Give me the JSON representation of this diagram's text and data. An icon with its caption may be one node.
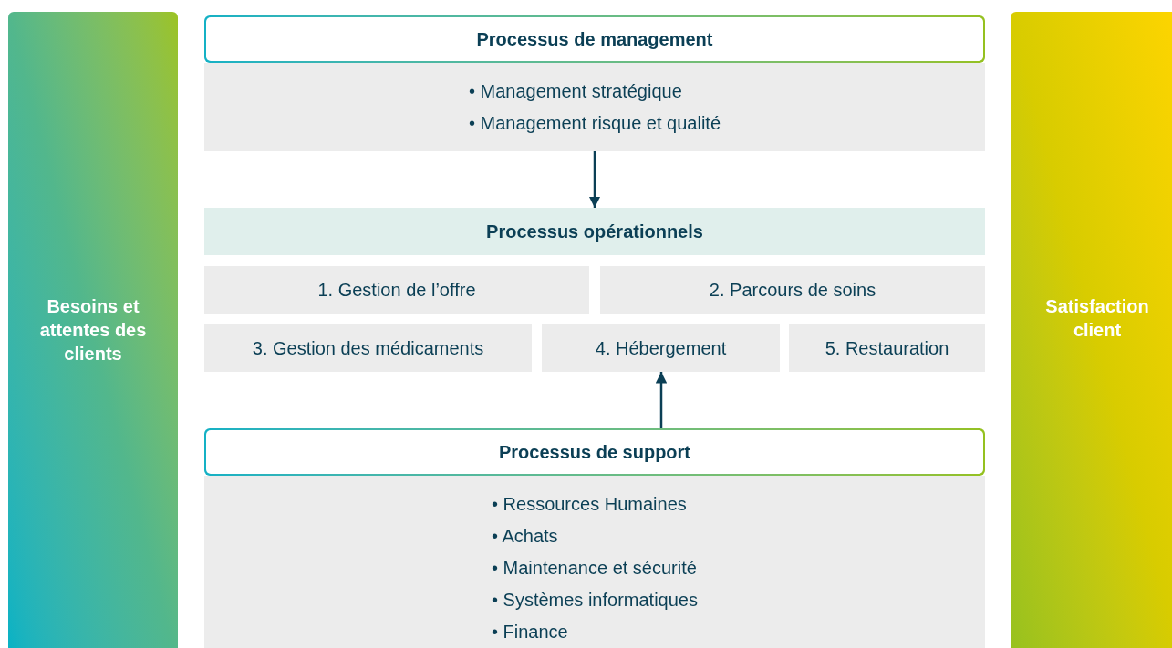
{
  "diagram": {
    "nodes": [
      {
        "text": [
          "Besoins et attentes des clients"
        ]
      },
      {
        "text": [
          "Processus de management"
        ]
      },
      {
        "text": [
          "• Management stratégique",
          "• Management risque et qualité"
        ]
      },
      {
        "text": [
          "Processus opérationnels"
        ]
      },
      {
        "text": [
          "1. Gestion de l’offre"
        ]
      },
      {
        "text": [
          "2. Parcours de soins"
        ]
      },
      {
        "text": [
          "3. Gestion des médicaments"
        ]
      },
      {
        "text": [
          "4. Hébergement"
        ]
      },
      {
        "text": [
          "5. Restauration"
        ]
      },
      {
        "text": [
          "Processus de support"
        ]
      },
      {
        "text": [
          "• Ressources Humaines",
          "• Achats",
          "• Maintenance et sécurité",
          "• Systèmes informatiques",
          "• Finance"
        ]
      },
      {
        "text": [
          "Satisfaction client"
        ]
      }
    ],
    "edges": [
      {
        "from": 2,
        "to": 3,
        "arrow": "to"
      },
      {
        "from": 9,
        "to": 7,
        "arrow": "to"
      }
    ]
  }
}
